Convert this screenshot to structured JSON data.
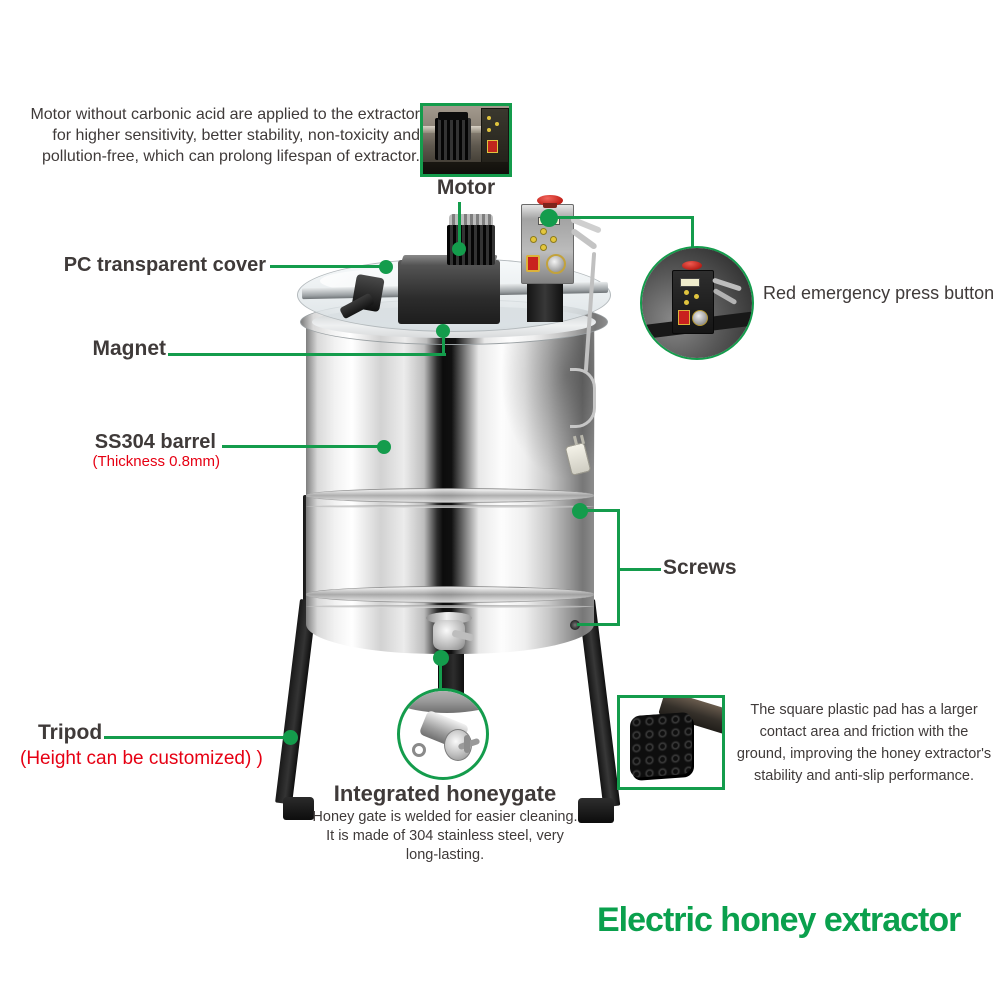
{
  "colors": {
    "green": "#149c4c",
    "title_green": "#0aa04d",
    "red": "#e60013",
    "text": "#3f3a39"
  },
  "product": {
    "title": "Electric honey extractor"
  },
  "callouts": {
    "motor": {
      "label": "Motor",
      "note": "Motor without carbonic acid are applied to the extractor for higher sensitivity, better stability, non-toxicity and pollution-free, which can prolong lifespan of extractor."
    },
    "pc_cover": {
      "label": "PC transparent cover"
    },
    "emergency": {
      "label": "Red emergency press button"
    },
    "magnet": {
      "label": "Magnet"
    },
    "barrel": {
      "label": "SS304 barrel",
      "sub": "(Thickness 0.8mm)"
    },
    "screws": {
      "label": "Screws"
    },
    "tripod": {
      "label": "Tripod",
      "sub": "(Height can be customized) )"
    },
    "honeygate": {
      "label": "Integrated honeygate",
      "note": "Honey gate is welded for easier cleaning. It is made of 304 stainless steel, very long-lasting."
    },
    "pad": {
      "note": "The square plastic pad has a larger contact area and friction with the ground, improving the honey extractor's stability and anti-slip performance."
    }
  },
  "insets": {
    "motor_photo": "motor-photo",
    "emergency_photo": "emergency-button-photo",
    "honeygate_photo": "honeygate-photo",
    "pad_photo": "square-plastic-pad-photo"
  }
}
